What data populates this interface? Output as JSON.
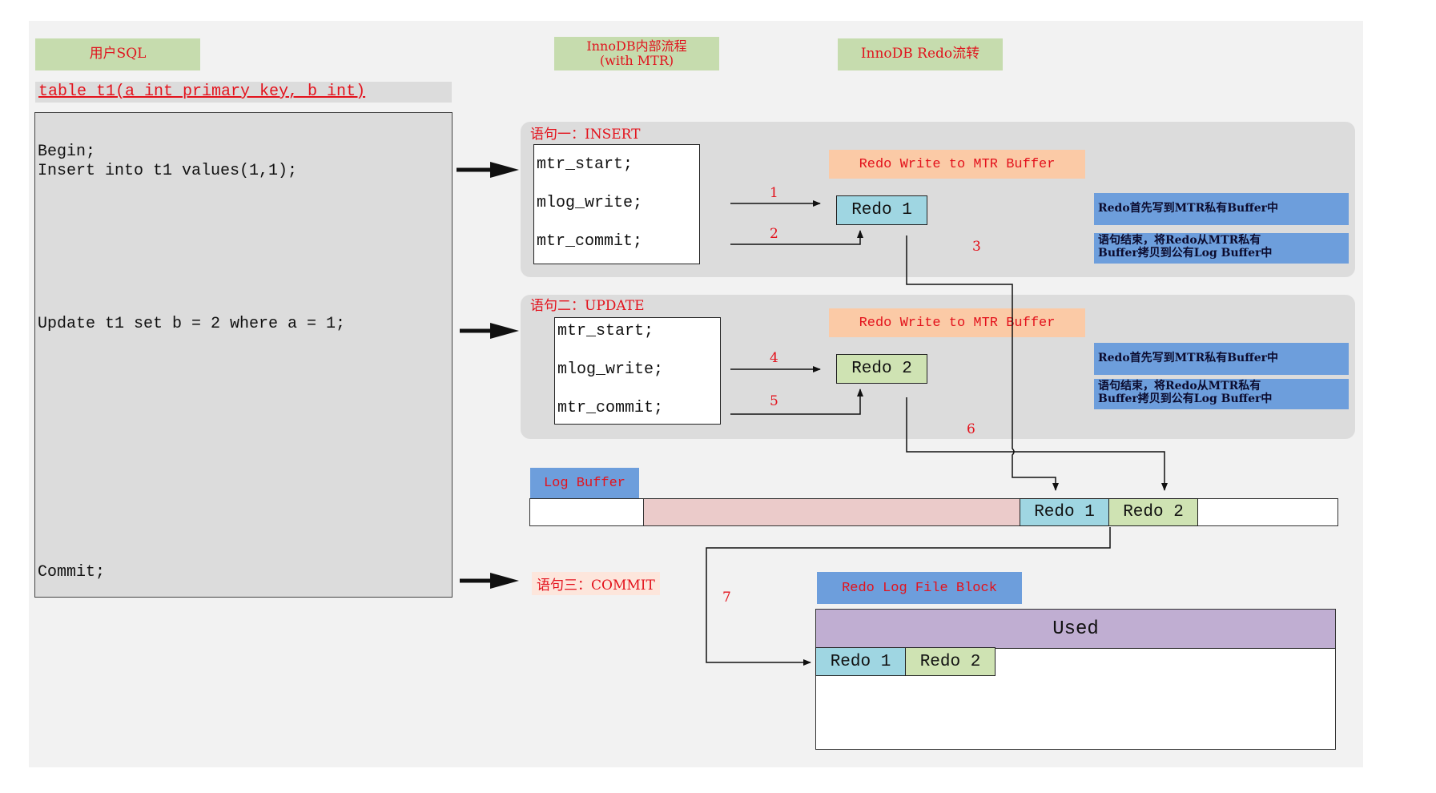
{
  "headers": {
    "user_sql": "用户SQL",
    "innodb_flow": "InnoDB内部流程\n(with MTR)",
    "redo_flow": "InnoDB Redo流转"
  },
  "table_def": "table t1(a int primary key, b int)",
  "sql": {
    "begin": "Begin;",
    "insert": "Insert into t1 values(1,1);",
    "update": "Update t1 set b = 2 where a = 1;",
    "commit": "Commit;"
  },
  "statements": [
    {
      "title": "语句一：INSERT",
      "mtr": [
        "mtr_start;",
        "mlog_write;",
        "mtr_commit;"
      ],
      "buffer_label": "Redo Write to MTR Buffer",
      "redo": "Redo 1",
      "notes": [
        "Redo首先写到MTR私有Buffer中",
        "语句结束，将Redo从MTR私有\nBuffer拷贝到公有Log Buffer中"
      ],
      "steps": [
        "1",
        "2",
        "3"
      ]
    },
    {
      "title": "语句二：UPDATE",
      "mtr": [
        "mtr_start;",
        "mlog_write;",
        "mtr_commit;"
      ],
      "buffer_label": "Redo Write to MTR Buffer",
      "redo": "Redo 2",
      "notes": [
        "Redo首先写到MTR私有Buffer中",
        "语句结束，将Redo从MTR私有\nBuffer拷贝到公有Log Buffer中"
      ],
      "steps": [
        "4",
        "5",
        "6"
      ]
    }
  ],
  "commit_label": "语句三：COMMIT",
  "log_buffer": {
    "label": "Log Buffer",
    "cells": [
      "Redo 1",
      "Redo 2"
    ]
  },
  "redo_file": {
    "label": "Redo Log File Block",
    "used": "Used",
    "cells": [
      "Redo 1",
      "Redo 2"
    ],
    "step": "7"
  },
  "colors": {
    "header_green": "#c6dcae",
    "panel_gray": "#dcdcdc",
    "accent_red": "#e3121c",
    "note_blue": "#6d9edc",
    "redo1": "#9fd6e2",
    "redo2": "#cfe3b3",
    "used_purple": "#c0aed2",
    "mtr_orange": "#fbcaa6",
    "log_pink": "#ebcbca"
  }
}
